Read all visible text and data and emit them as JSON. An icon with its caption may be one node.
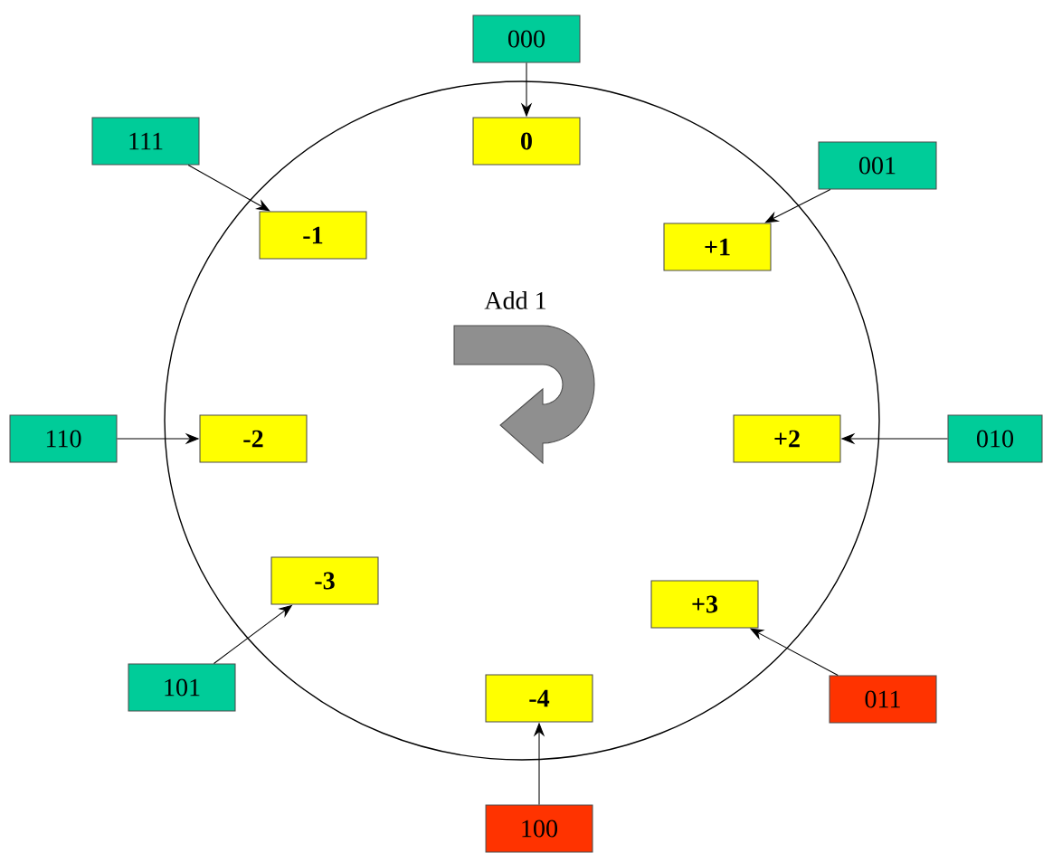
{
  "diagram": {
    "nodes": [
      {
        "text": [
          "000"
        ]
      },
      {
        "text": [
          "0"
        ]
      },
      {
        "text": [
          "111"
        ]
      },
      {
        "text": [
          "-1"
        ]
      },
      {
        "text": [
          "001"
        ]
      },
      {
        "text": [
          "+1"
        ]
      },
      {
        "text": [
          "110"
        ]
      },
      {
        "text": [
          "-2"
        ]
      },
      {
        "text": [
          "+2"
        ]
      },
      {
        "text": [
          "010"
        ]
      },
      {
        "text": [
          "-3"
        ]
      },
      {
        "text": [
          "+3"
        ]
      },
      {
        "text": [
          "101"
        ]
      },
      {
        "text": [
          "-4"
        ]
      },
      {
        "text": [
          "011"
        ]
      },
      {
        "text": [
          "100"
        ]
      }
    ],
    "edges": [
      {
        "from": 0,
        "to": 1,
        "arrow": "to"
      },
      {
        "from": 2,
        "to": 3,
        "arrow": "to"
      },
      {
        "from": 4,
        "to": 5,
        "arrow": "to"
      },
      {
        "from": 6,
        "to": 7,
        "arrow": "to"
      },
      {
        "from": 9,
        "to": 8,
        "arrow": "to"
      },
      {
        "from": 12,
        "to": 10,
        "arrow": "to"
      },
      {
        "from": 14,
        "to": 11,
        "arrow": "to"
      },
      {
        "from": 15,
        "to": 13,
        "arrow": "to"
      }
    ],
    "labels": [
      "Add 1"
    ]
  }
}
